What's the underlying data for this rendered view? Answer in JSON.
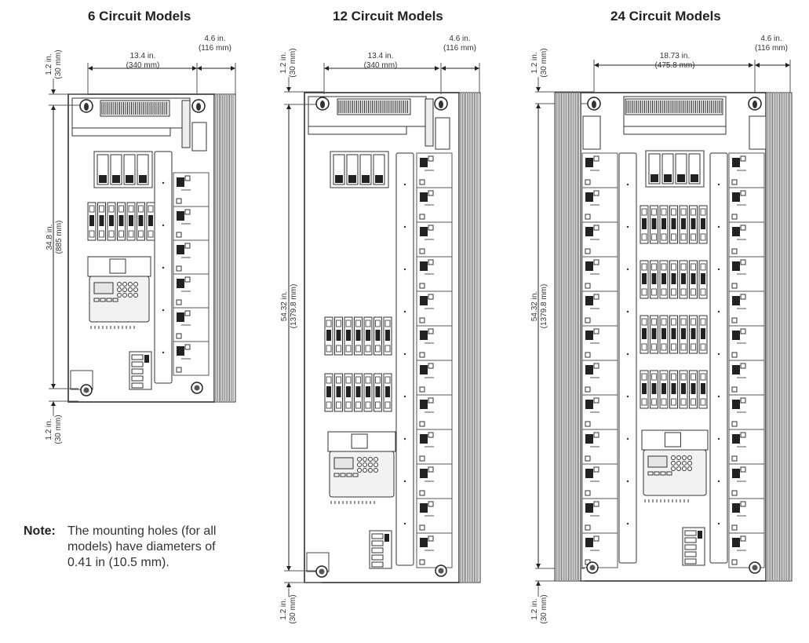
{
  "titles": {
    "six": "6 Circuit Models",
    "twelve": "12 Circuit Models",
    "twentyfour": "24 Circuit Models"
  },
  "dims": {
    "six": {
      "width_in": "13.4 in.",
      "width_mm": "(340 mm)",
      "depth_in": "4.6 in.",
      "depth_mm": "(116 mm)",
      "top_in": "1.2 in.",
      "top_mm": "(30 mm)",
      "height_in": "34.8 in.",
      "height_mm": "(885 mm)",
      "bottom_in": "1.2 in.",
      "bottom_mm": "(30 mm)"
    },
    "twelve": {
      "width_in": "13.4 in.",
      "width_mm": "(340 mm)",
      "depth_in": "4.6 in.",
      "depth_mm": "(116 mm)",
      "top_in": "1.2 in.",
      "top_mm": "(30 mm)",
      "height_in": "54.32 in.",
      "height_mm": "(1379.8 mm)",
      "bottom_in": "1.2 in.",
      "bottom_mm": "(30 mm)"
    },
    "twentyfour": {
      "width_in": "18.73 in.",
      "width_mm": "(475.8 mm)",
      "depth_in": "4.6 in.",
      "depth_mm": "(116 mm)",
      "top_in": "1.2 in.",
      "top_mm": "(30 mm)",
      "height_in": "54.32 in.",
      "height_mm": "(1379.8 mm)",
      "bottom_in": "1.2 in.",
      "bottom_mm": "(30 mm)"
    }
  },
  "note": {
    "label": "Note:",
    "text": "The mounting holes (for all models) have diameters of 0.41 in (10.5 mm)."
  }
}
